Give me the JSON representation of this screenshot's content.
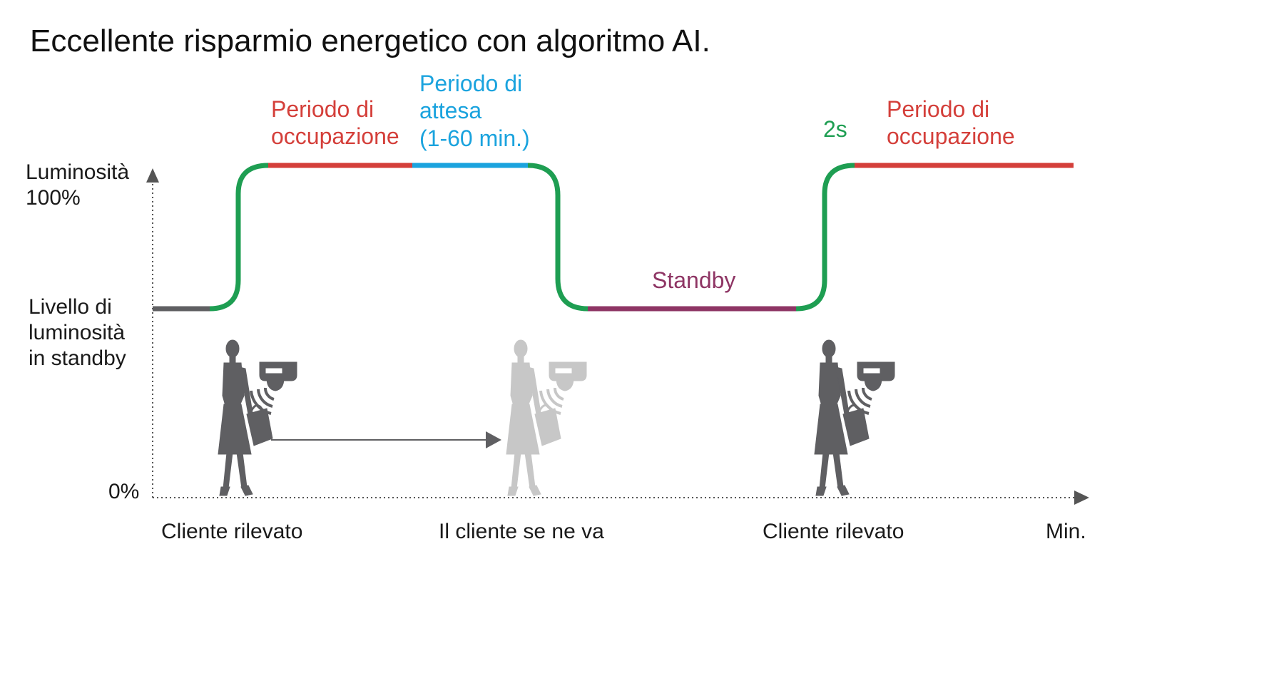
{
  "title": "Eccellente risparmio energetico con algoritmo AI.",
  "colors": {
    "red": "#d43f3a",
    "blue": "#1aa3de",
    "green": "#1e9e52",
    "purple": "#8e3564",
    "gray": "#5f5f62",
    "light_gray": "#c7c7c7"
  },
  "y_axis": {
    "top_label": [
      "Luminosità",
      "100%"
    ],
    "mid_label": [
      "Livello di",
      "luminosità",
      "in standby"
    ],
    "zero_label": "0%"
  },
  "x_axis": {
    "unit_label": "Min.",
    "events": [
      "Cliente rilevato",
      "Il cliente se ne va",
      "Cliente rilevato"
    ]
  },
  "phases": {
    "occupancy_1": [
      "Periodo di",
      "occupazione"
    ],
    "waiting": [
      "Periodo di",
      "attesa",
      "(1-60 min.)"
    ],
    "standby": "Standby",
    "ramp_time": "2s",
    "occupancy_2": [
      "Periodo di",
      "occupazione"
    ]
  },
  "icons": [
    "customer-detected-icon",
    "customer-leaving-icon",
    "customer-detected-icon"
  ]
}
